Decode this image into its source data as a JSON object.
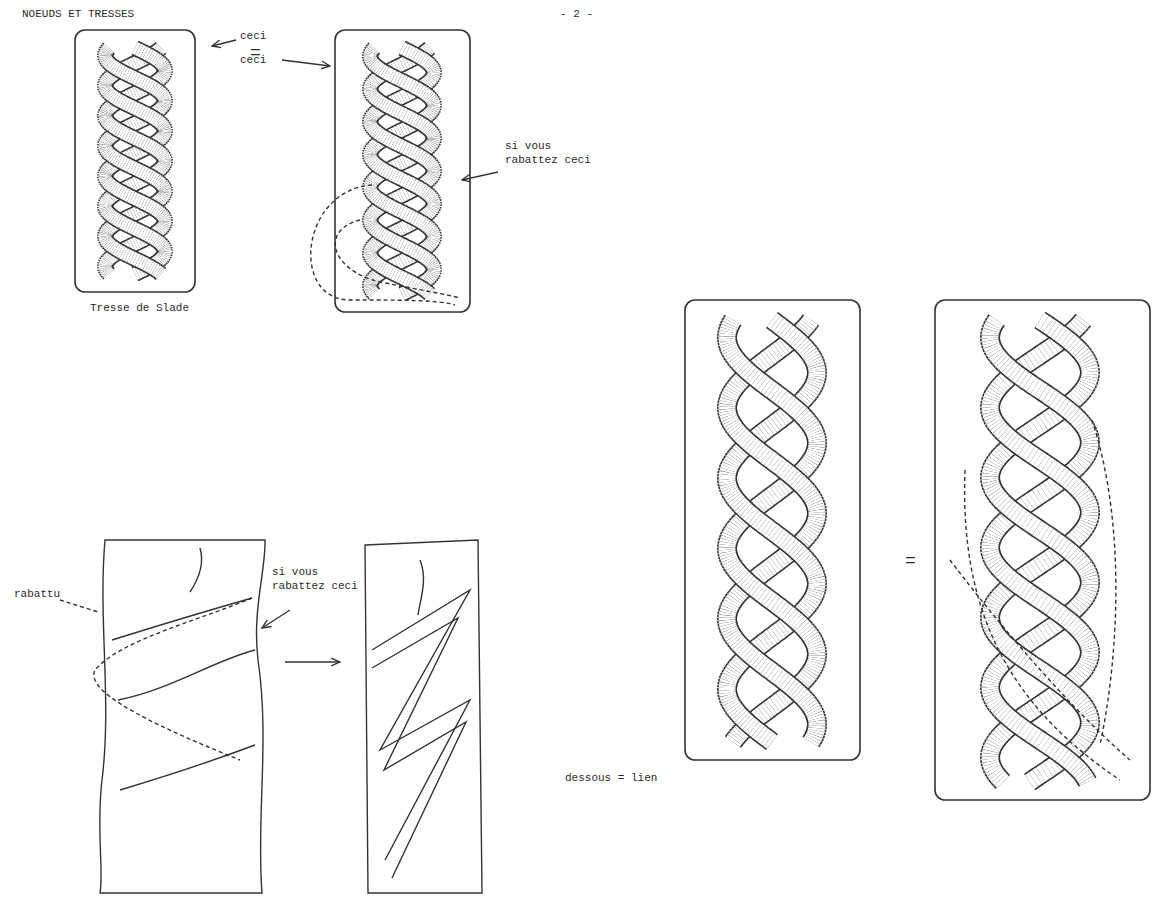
{
  "diagram": {
    "title": "NOEUDS ET TRESSES",
    "labels": [
      "- 2 -",
      "ceci",
      "=",
      "ceci",
      "si vous rabattez ceci",
      "Tresse de Slade",
      "rabattu",
      "si vous rabattez ceci",
      "=",
      "dessous = lien"
    ]
  }
}
